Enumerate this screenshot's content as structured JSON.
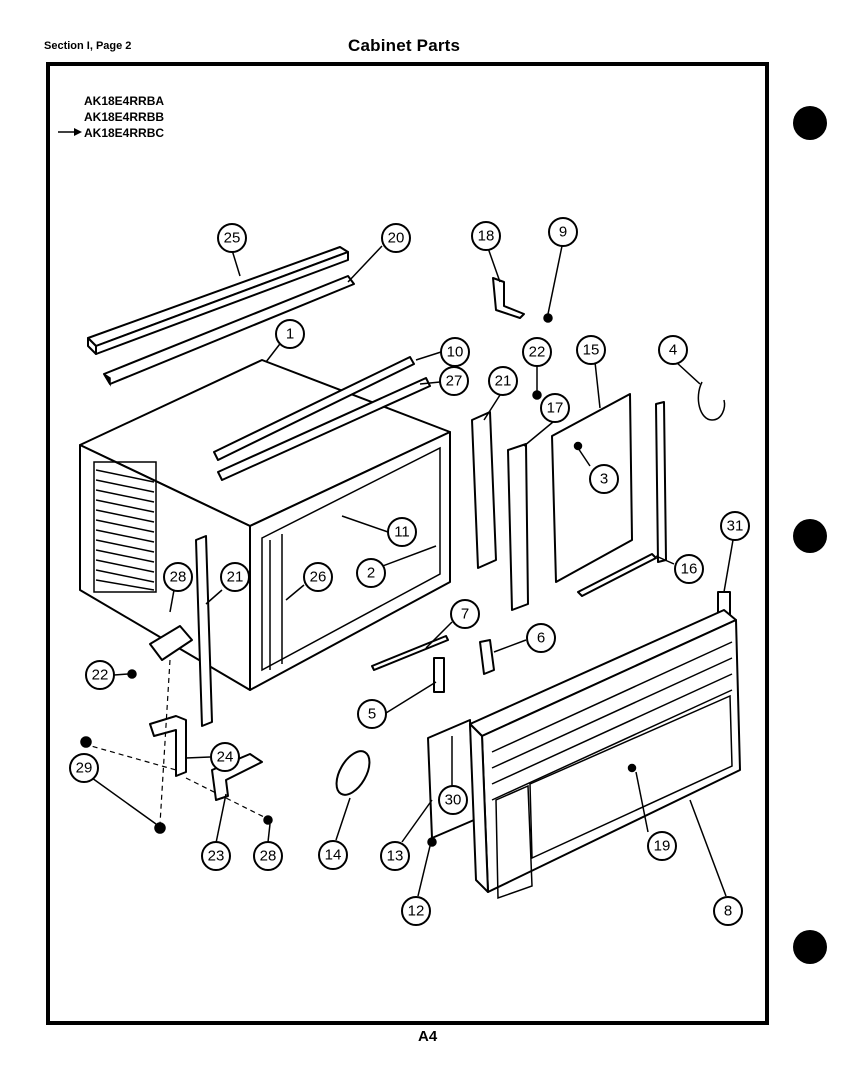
{
  "header": {
    "section": "Section I, Page 2",
    "title": "Cabinet Parts"
  },
  "models": [
    "AK18E4RRBA",
    "AK18E4RRBB",
    "AK18E4RRBC"
  ],
  "footer": {
    "page": "A4"
  },
  "callouts": [
    {
      "id": "c25",
      "label": "25"
    },
    {
      "id": "c20",
      "label": "20"
    },
    {
      "id": "c18",
      "label": "18"
    },
    {
      "id": "c9",
      "label": "9"
    },
    {
      "id": "c1",
      "label": "1"
    },
    {
      "id": "c10",
      "label": "10"
    },
    {
      "id": "c27",
      "label": "27"
    },
    {
      "id": "c22a",
      "label": "22"
    },
    {
      "id": "c21a",
      "label": "21"
    },
    {
      "id": "c17",
      "label": "17"
    },
    {
      "id": "c15",
      "label": "15"
    },
    {
      "id": "c4",
      "label": "4"
    },
    {
      "id": "c3",
      "label": "3"
    },
    {
      "id": "c11",
      "label": "11"
    },
    {
      "id": "c2",
      "label": "2"
    },
    {
      "id": "c26",
      "label": "26"
    },
    {
      "id": "c28a",
      "label": "28"
    },
    {
      "id": "c21b",
      "label": "21"
    },
    {
      "id": "c16",
      "label": "16"
    },
    {
      "id": "c31",
      "label": "31"
    },
    {
      "id": "c7",
      "label": "7"
    },
    {
      "id": "c6",
      "label": "6"
    },
    {
      "id": "c22b",
      "label": "22"
    },
    {
      "id": "c5",
      "label": "5"
    },
    {
      "id": "c24",
      "label": "24"
    },
    {
      "id": "c29",
      "label": "29"
    },
    {
      "id": "c30",
      "label": "30"
    },
    {
      "id": "c19",
      "label": "19"
    },
    {
      "id": "c23",
      "label": "23"
    },
    {
      "id": "c28b",
      "label": "28"
    },
    {
      "id": "c14",
      "label": "14"
    },
    {
      "id": "c13",
      "label": "13"
    },
    {
      "id": "c12",
      "label": "12"
    },
    {
      "id": "c8",
      "label": "8"
    }
  ]
}
